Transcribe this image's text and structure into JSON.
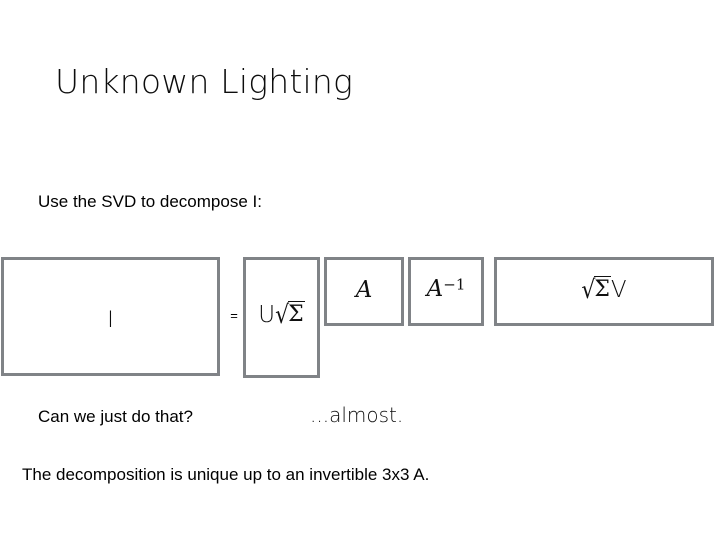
{
  "slide": {
    "title": "Unknown Lighting",
    "background_color": "#ffffff",
    "box_border_color": "#808387",
    "text_color": "#000000"
  },
  "body": {
    "intro_line": "Use the SVD to decompose I:",
    "question_line": "Can we just do that?",
    "answer_line": "...almost.",
    "note_line": "The decomposition is unique up to an invertible 3x3 A."
  },
  "equation": {
    "operator": "=",
    "boxes": [
      {
        "id": "box-i",
        "label": "I",
        "plain": "I",
        "radical": "",
        "sup": "",
        "tail": ""
      },
      {
        "id": "box-usig",
        "label": "U√Σ",
        "plain": "U",
        "radical": "Σ",
        "sup": "",
        "tail": ""
      },
      {
        "id": "box-a",
        "label": "A",
        "plain": "",
        "radical": "",
        "sup": "",
        "tail": ""
      },
      {
        "id": "box-ainv",
        "label": "A−1",
        "plain": "",
        "radical": "",
        "sup": "−1",
        "tail": ""
      },
      {
        "id": "box-sigv",
        "label": "√ΣV",
        "plain": "",
        "radical": "Σ",
        "sup": "",
        "tail": "V"
      }
    ],
    "variable_a": "A",
    "radical_sign": "√",
    "sigma": "Σ",
    "letter_u": "U",
    "letter_v": "V",
    "letter_i": "I",
    "exponent_minus_one": "−1"
  }
}
